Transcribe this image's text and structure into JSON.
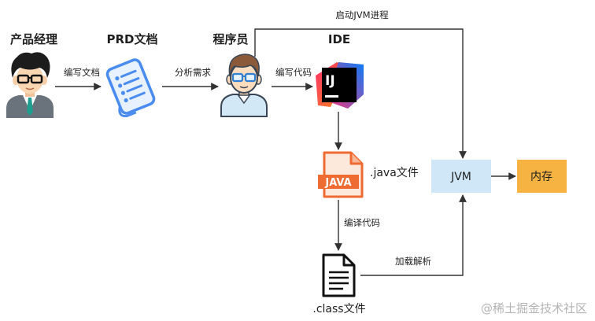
{
  "nodes": {
    "product_manager": {
      "label": "产品经理",
      "icon": "product-manager-avatar"
    },
    "prd": {
      "label": "PRD文档",
      "icon": "document-icon"
    },
    "programmer": {
      "label": "程序员",
      "icon": "programmer-avatar"
    },
    "ide": {
      "label": "IDE",
      "icon": "intellij-idea-icon",
      "logo_text": "IJ"
    },
    "java_file": {
      "label": ".java文件",
      "icon": "java-file-icon",
      "badge": "JAVA"
    },
    "class_file": {
      "label": ".class文件",
      "icon": "class-file-icon"
    },
    "jvm": {
      "label": "JVM",
      "color": "#d0e7f8"
    },
    "memory": {
      "label": "内存",
      "color": "#f6b342"
    }
  },
  "edges": {
    "write_doc": "编写文档",
    "analyze_requirements": "分析需求",
    "write_code": "编写代码",
    "start_jvm": "启动JVM进程",
    "compile_code": "编译代码",
    "load_parse": "加载解析"
  },
  "watermark": "@稀土掘金技术社区"
}
